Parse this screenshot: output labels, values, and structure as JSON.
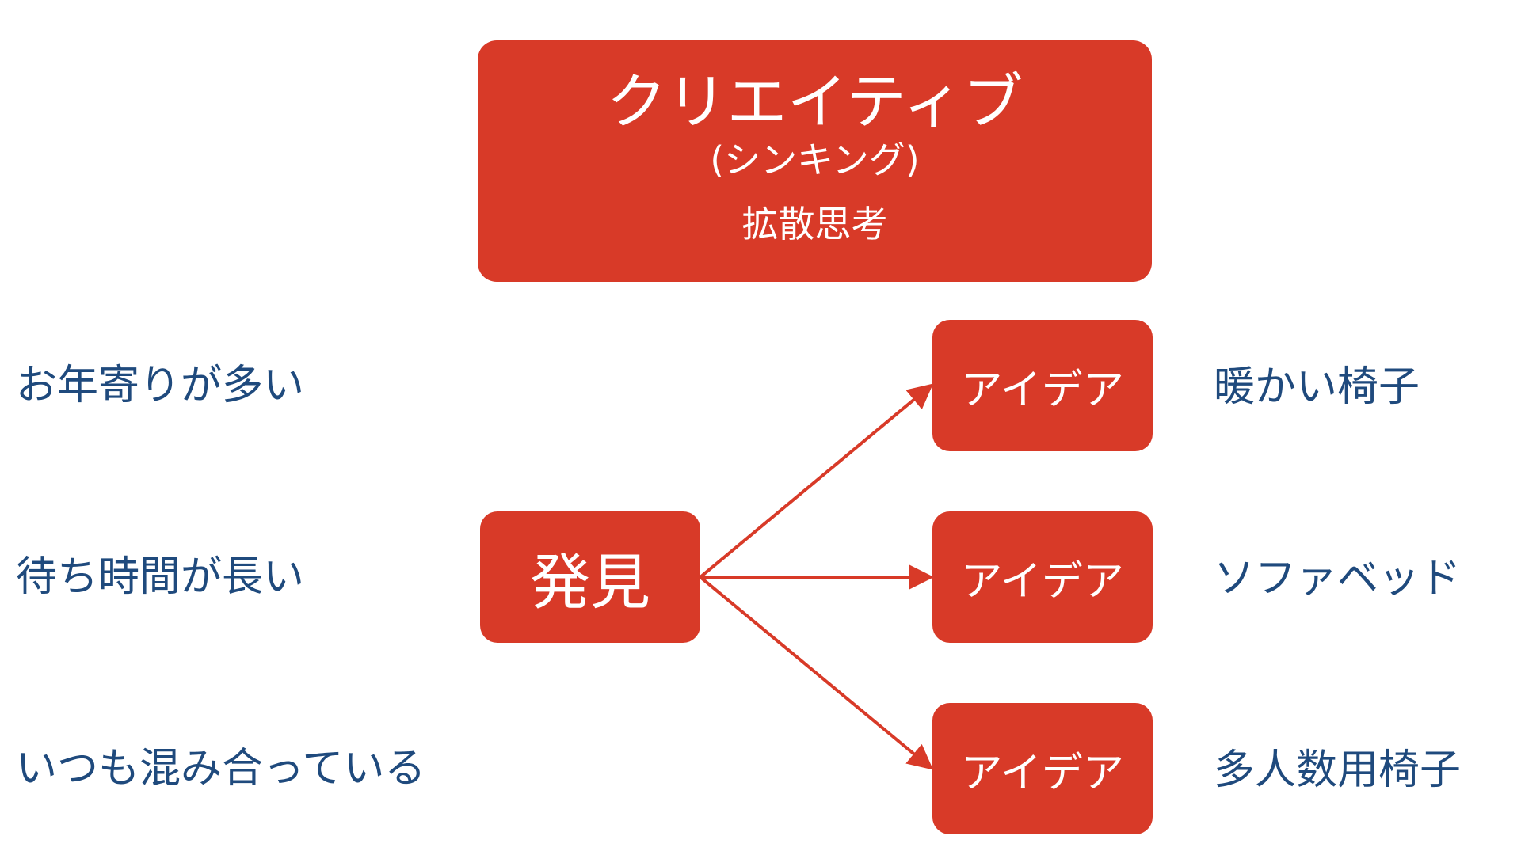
{
  "header_box": {
    "title": "クリエイティブ",
    "subtitle": "(シンキング)",
    "caption": "拡散思考"
  },
  "center_box": {
    "label": "発見"
  },
  "left_items": [
    "お年寄りが多い",
    "待ち時間が長い",
    "いつも混み合っている"
  ],
  "idea_boxes": [
    "アイデア",
    "アイデア",
    "アイデア"
  ],
  "right_items": [
    "暖かい椅子",
    "ソファベッド",
    "多人数用椅子"
  ],
  "colors": {
    "box_red": "#d83a28",
    "arrow_red": "#d83a28",
    "text_blue": "#1f4a7d"
  }
}
